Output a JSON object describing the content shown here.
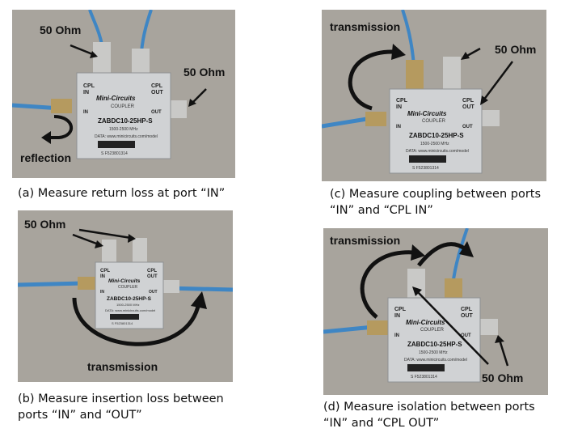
{
  "panels": [
    {
      "id": "a",
      "labels": [
        "50 Ohm",
        "50 Ohm",
        "reflection"
      ],
      "caption": "(a) Measure return loss at port “IN”"
    },
    {
      "id": "c",
      "labels": [
        "transmission",
        "50 Ohm"
      ],
      "caption": "(c) Measure coupling between ports\n“IN” and “CPL IN”"
    },
    {
      "id": "b",
      "labels": [
        "50 Ohm",
        "transmission"
      ],
      "caption": "(b) Measure insertion loss between\nports “IN” and “OUT”"
    },
    {
      "id": "d",
      "labels": [
        "transmission",
        "50 Ohm"
      ],
      "caption": "(d) Measure isolation between ports\n“IN” and “CPL OUT”"
    }
  ],
  "device": {
    "port_cpl": "CPL",
    "port_in": "IN",
    "port_out": "OUT",
    "brand": "Mini-Circuits",
    "function": "COUPLER",
    "model": "ZABDC10-25HP-S",
    "freq": "1500-2500 MHz",
    "website": "DATA: www.minicircuits.com/model",
    "serial": "S F523801314"
  },
  "colors": {
    "photo_bg": "#a8a49d",
    "cable": "#3f86c4",
    "device": "#d0d2d4",
    "arrow": "#111111"
  }
}
